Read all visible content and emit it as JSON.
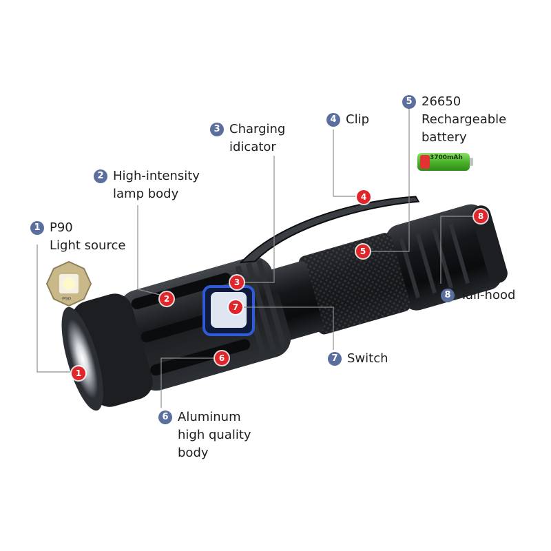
{
  "callouts": [
    {
      "num": "1",
      "lines": [
        "P90",
        "Light source"
      ]
    },
    {
      "num": "2",
      "lines": [
        "High-intensity",
        "lamp body"
      ]
    },
    {
      "num": "3",
      "lines": [
        "Charging",
        "idicator"
      ]
    },
    {
      "num": "4",
      "lines": [
        "Clip"
      ]
    },
    {
      "num": "5",
      "lines": [
        "26650",
        "Rechargeable",
        "battery"
      ]
    },
    {
      "num": "6",
      "lines": [
        "Aluminum",
        "high quality",
        "body"
      ]
    },
    {
      "num": "7",
      "lines": [
        "Switch"
      ]
    },
    {
      "num": "8",
      "lines": [
        "Tail-hood"
      ]
    }
  ],
  "markers": [
    "1",
    "2",
    "3",
    "4",
    "5",
    "6",
    "7",
    "8"
  ],
  "battery_label": "3700mAh",
  "led_chip_label": "P90",
  "colors": {
    "callout_badge": "#5a6f9e",
    "marker": "#e0262a",
    "battery": "#5cc63a",
    "switch_glow": "#2f5bd8"
  }
}
